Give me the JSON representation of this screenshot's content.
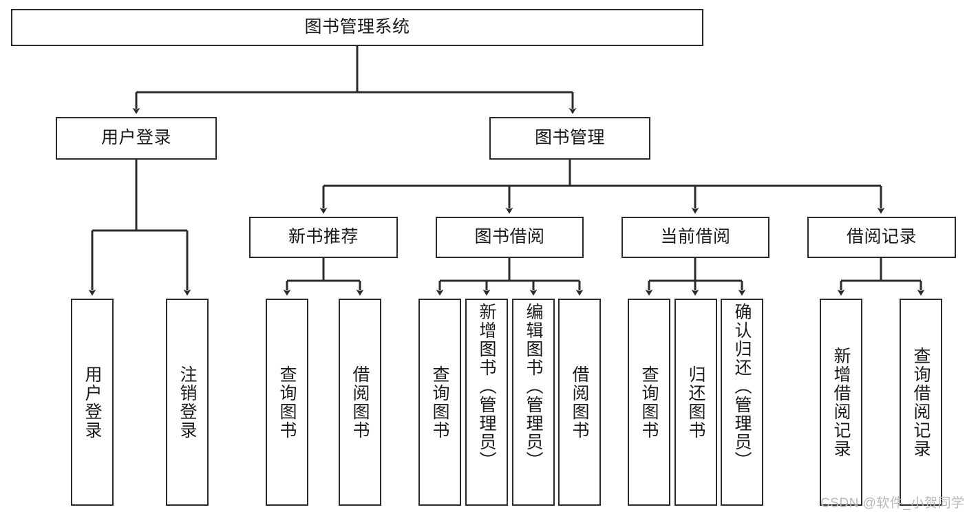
{
  "diagram": {
    "title": "图书管理系统",
    "watermark": "CSDN @软件_小贺同学",
    "stroke_color": "#2b2b2b",
    "text_color": "#1a1a1a",
    "background": "#ffffff",
    "nodes": {
      "root": {
        "label": "图书管理系统"
      },
      "level2": [
        {
          "key": "user_login",
          "label": "用户登录"
        },
        {
          "key": "book_manage",
          "label": "图书管理"
        }
      ],
      "level3": [
        {
          "key": "new_book_rec",
          "label": "新书推荐"
        },
        {
          "key": "book_borrow",
          "label": "图书借阅"
        },
        {
          "key": "current_borrow",
          "label": "当前借阅"
        },
        {
          "key": "borrow_record",
          "label": "借阅记录"
        }
      ],
      "leaves": {
        "user_login": [
          {
            "key": "leaf_user_login",
            "label": "用户登录"
          },
          {
            "key": "leaf_logout",
            "label": "注销登录"
          }
        ],
        "new_book_rec": [
          {
            "key": "leaf_query_book_1",
            "label": "查询图书"
          },
          {
            "key": "leaf_borrow_book_1",
            "label": "借阅图书"
          }
        ],
        "book_borrow": [
          {
            "key": "leaf_query_book_2",
            "label": "查询图书"
          },
          {
            "key": "leaf_add_book",
            "label": "新增图书（管理员）"
          },
          {
            "key": "leaf_edit_book",
            "label": "编辑图书（管理员）"
          },
          {
            "key": "leaf_borrow_book_2",
            "label": "借阅图书"
          }
        ],
        "current_borrow": [
          {
            "key": "leaf_query_book_3",
            "label": "查询图书"
          },
          {
            "key": "leaf_return_book",
            "label": "归还图书"
          },
          {
            "key": "leaf_confirm_return",
            "label": "确认归还（管理员）"
          }
        ],
        "borrow_record": [
          {
            "key": "leaf_add_record",
            "label": "新增借阅记录"
          },
          {
            "key": "leaf_query_record",
            "label": "查询借阅记录"
          }
        ]
      }
    }
  }
}
